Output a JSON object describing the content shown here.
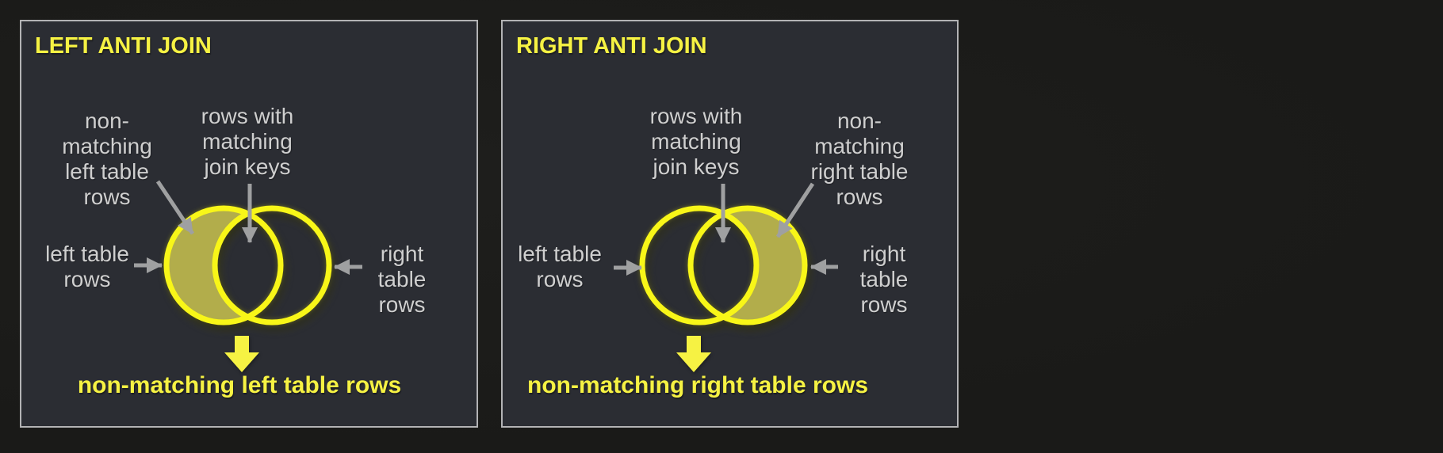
{
  "colors": {
    "page_bg": "#1a1a18",
    "panel_bg": "#2b2d33",
    "panel_border": "#b3b3b5",
    "accent_yellow": "#f6f243",
    "circle_stroke": "#f8f618",
    "crescent_fill": "#b2ad4b",
    "label_gray": "#cfcfcf",
    "arrow_gray": "#9fa0a1"
  },
  "panels": [
    {
      "title": "LEFT ANTI JOIN",
      "highlighted_region": "left-only",
      "labels": {
        "non_matching_region": "non-\nmatching\nleft table\nrows",
        "matching_region": "rows with\nmatching\njoin keys",
        "left_circle": "left table\nrows",
        "right_circle": "right table\nrows"
      },
      "result": "non-matching left table rows"
    },
    {
      "title": "RIGHT ANTI JOIN",
      "highlighted_region": "right-only",
      "labels": {
        "non_matching_region": "non-\nmatching\nright table\nrows",
        "matching_region": "rows with\nmatching\njoin keys",
        "left_circle": "left table\nrows",
        "right_circle": "right table\nrows"
      },
      "result": "non-matching right table rows"
    }
  ]
}
